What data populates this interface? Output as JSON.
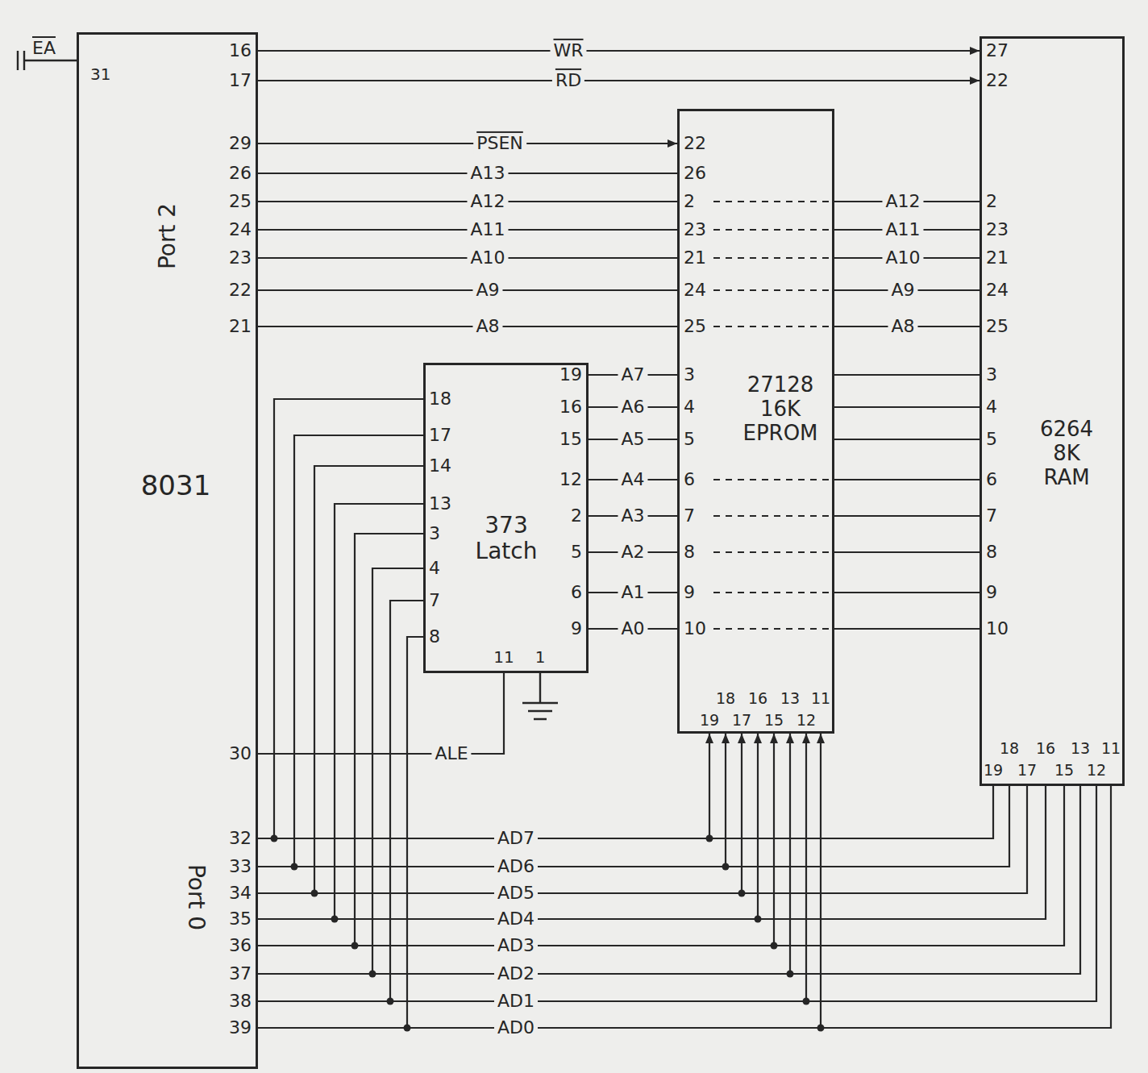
{
  "diagram": {
    "nodes": [
      {
        "text": [
          "8031",
          "Port 2",
          "Port 0"
        ]
      },
      {
        "text": [
          "373 Latch"
        ]
      },
      {
        "text": [
          "27128 16K EPROM"
        ]
      },
      {
        "text": [
          "6264 8K RAM"
        ]
      }
    ],
    "edges": [
      {
        "from": 0,
        "to": 3,
        "label": "WR",
        "arrow": "to"
      },
      {
        "from": 0,
        "to": 3,
        "label": "RD",
        "arrow": "to"
      },
      {
        "from": 0,
        "to": 2,
        "label": "PSEN",
        "arrow": "to"
      },
      {
        "from": 0,
        "to": 2,
        "label": "A13",
        "arrow": "none"
      },
      {
        "from": 0,
        "to": 2,
        "label": "A12",
        "arrow": "none"
      },
      {
        "from": 0,
        "to": 2,
        "label": "A11",
        "arrow": "none"
      },
      {
        "from": 0,
        "to": 2,
        "label": "A10",
        "arrow": "none"
      },
      {
        "from": 0,
        "to": 2,
        "label": "A9",
        "arrow": "none"
      },
      {
        "from": 0,
        "to": 2,
        "label": "A8",
        "arrow": "none"
      },
      {
        "from": 2,
        "to": 3,
        "label": "A12",
        "arrow": "none"
      },
      {
        "from": 2,
        "to": 3,
        "label": "A11",
        "arrow": "none"
      },
      {
        "from": 2,
        "to": 3,
        "label": "A10",
        "arrow": "none"
      },
      {
        "from": 2,
        "to": 3,
        "label": "A9",
        "arrow": "none"
      },
      {
        "from": 2,
        "to": 3,
        "label": "A8",
        "arrow": "none"
      },
      {
        "from": 2,
        "to": 3,
        "arrow": "none"
      },
      {
        "from": 2,
        "to": 3,
        "arrow": "none"
      },
      {
        "from": 2,
        "to": 3,
        "arrow": "none"
      },
      {
        "from": 2,
        "to": 3,
        "arrow": "none"
      },
      {
        "from": 2,
        "to": 3,
        "arrow": "none"
      },
      {
        "from": 2,
        "to": 3,
        "arrow": "none"
      },
      {
        "from": 2,
        "to": 3,
        "arrow": "none"
      },
      {
        "from": 2,
        "to": 3,
        "arrow": "none"
      },
      {
        "from": 1,
        "to": 2,
        "label": "A7",
        "arrow": "none"
      },
      {
        "from": 1,
        "to": 2,
        "label": "A6",
        "arrow": "none"
      },
      {
        "from": 1,
        "to": 2,
        "label": "A5",
        "arrow": "none"
      },
      {
        "from": 1,
        "to": 2,
        "label": "A4",
        "arrow": "none"
      },
      {
        "from": 1,
        "to": 2,
        "label": "A3",
        "arrow": "none"
      },
      {
        "from": 1,
        "to": 2,
        "label": "A2",
        "arrow": "none"
      },
      {
        "from": 1,
        "to": 2,
        "label": "A1",
        "arrow": "none"
      },
      {
        "from": 1,
        "to": 2,
        "label": "A0",
        "arrow": "none"
      },
      {
        "from": 0,
        "to": 1,
        "label": "ALE",
        "arrow": "none"
      },
      {
        "from": 0,
        "to": 1,
        "arrow": "none"
      },
      {
        "from": 0,
        "to": 1,
        "arrow": "none"
      },
      {
        "from": 0,
        "to": 1,
        "arrow": "none"
      },
      {
        "from": 0,
        "to": 1,
        "arrow": "none"
      },
      {
        "from": 0,
        "to": 1,
        "arrow": "none"
      },
      {
        "from": 0,
        "to": 1,
        "arrow": "none"
      },
      {
        "from": 0,
        "to": 1,
        "arrow": "none"
      },
      {
        "from": 0,
        "to": 1,
        "arrow": "none"
      },
      {
        "from": 0,
        "to": 2,
        "label": "AD7",
        "arrow": "to"
      },
      {
        "from": 0,
        "to": 2,
        "label": "AD6",
        "arrow": "to"
      },
      {
        "from": 0,
        "to": 2,
        "label": "AD5",
        "arrow": "to"
      },
      {
        "from": 0,
        "to": 2,
        "label": "AD4",
        "arrow": "to"
      },
      {
        "from": 0,
        "to": 2,
        "label": "AD3",
        "arrow": "to"
      },
      {
        "from": 0,
        "to": 2,
        "label": "AD2",
        "arrow": "to"
      },
      {
        "from": 0,
        "to": 2,
        "label": "AD1",
        "arrow": "to"
      },
      {
        "from": 0,
        "to": 2,
        "label": "AD0",
        "arrow": "to"
      },
      {
        "from": 0,
        "to": 3,
        "arrow": "none"
      },
      {
        "from": 0,
        "to": 3,
        "arrow": "none"
      },
      {
        "from": 0,
        "to": 3,
        "arrow": "none"
      },
      {
        "from": 0,
        "to": 3,
        "arrow": "none"
      },
      {
        "from": 0,
        "to": 3,
        "arrow": "none"
      },
      {
        "from": 0,
        "to": 3,
        "arrow": "none"
      },
      {
        "from": 0,
        "to": 3,
        "arrow": "none"
      },
      {
        "from": 0,
        "to": 3,
        "arrow": "none"
      }
    ],
    "labels": [
      "EA",
      "31",
      "16",
      "17",
      "29",
      "26",
      "25",
      "24",
      "23",
      "22",
      "21",
      "30",
      "32",
      "33",
      "34",
      "35",
      "36",
      "37",
      "38",
      "39",
      "18",
      "17",
      "14",
      "13",
      "3",
      "4",
      "7",
      "8",
      "19",
      "16",
      "15",
      "12",
      "2",
      "5",
      "6",
      "9",
      "11",
      "1",
      "22",
      "26",
      "2",
      "23",
      "21",
      "24",
      "25",
      "3",
      "4",
      "5",
      "6",
      "7",
      "8",
      "9",
      "10",
      "18",
      "16",
      "13",
      "11",
      "19",
      "17",
      "15",
      "12",
      "27",
      "22",
      "2",
      "23",
      "21",
      "24",
      "25",
      "3",
      "4",
      "5",
      "6",
      "7",
      "8",
      "9",
      "10",
      "18",
      "16",
      "13",
      "11",
      "19",
      "17",
      "15",
      "12"
    ]
  }
}
